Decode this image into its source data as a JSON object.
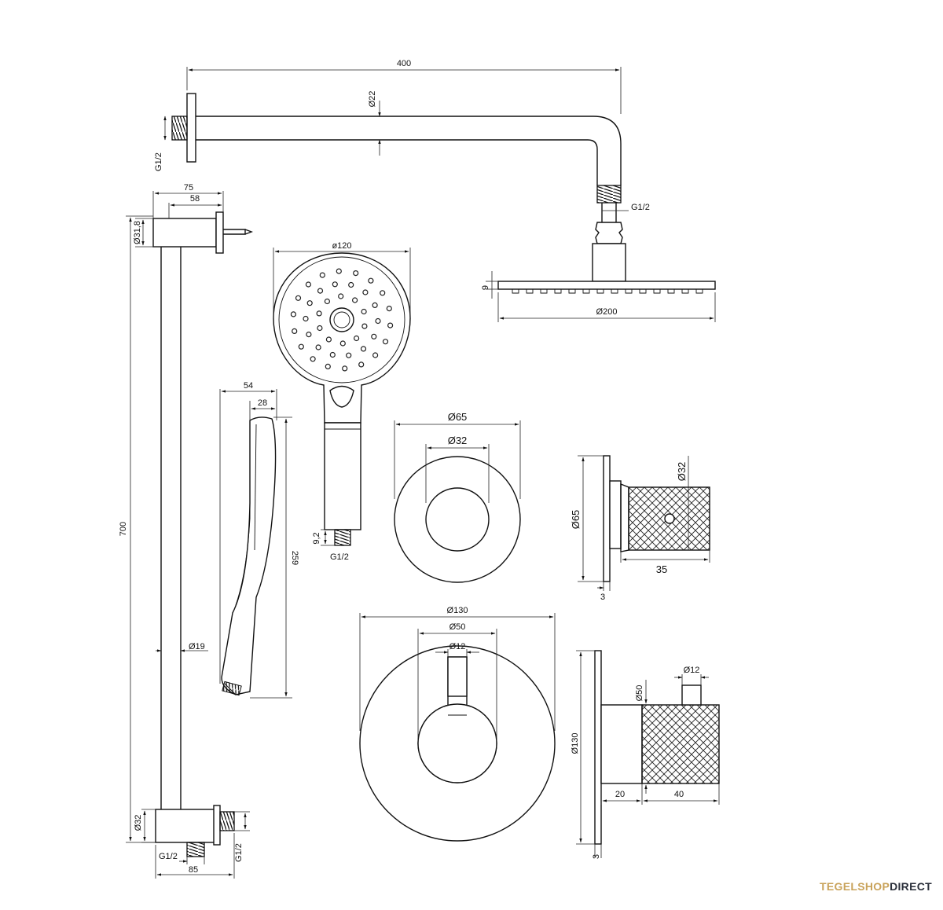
{
  "dimensions": {
    "arm_length": "400",
    "arm_diameter": "Ø22",
    "arm_thread": "G1/2",
    "arm_thread_head": "G1/2",
    "head_height": "9",
    "head_diameter": "Ø200",
    "bar_bracket_width": "75",
    "bar_bracket_depth": "58",
    "bar_bracket_diameter": "Ø31,8",
    "bar_length": "700",
    "bar_diameter": "Ø19",
    "bar_bottom_diameter": "Ø32",
    "bar_bottom_thread_left": "G1/2",
    "bar_bottom_thread_right": "G1/2",
    "bar_bottom_width": "85",
    "hand_diameter": "ø120",
    "hand_thread_height": "9,2",
    "hand_thread": "G1/2",
    "hand_side_depth": "54",
    "hand_side_inner": "28",
    "hand_length": "259",
    "stop_rosette": "Ø65",
    "stop_knob": "Ø32",
    "stop_side_rosette": "Ø65",
    "stop_side_knob": "Ø32",
    "stop_side_length": "35",
    "stop_side_plate": "3",
    "thermo_rosette": "Ø130",
    "thermo_knob": "Ø50",
    "thermo_lever": "Ø12",
    "thermo_side_lever": "Ø12",
    "thermo_side_knob": "Ø50",
    "thermo_side_rosette": "Ø130",
    "thermo_side_base": "20",
    "thermo_side_knob_len": "40",
    "thermo_side_plate": "3"
  },
  "brand": {
    "part1": "TEGELSHOP",
    "part2": "DIRECT",
    "accent_color": "#c9a35b",
    "dark_color": "#2a2f3a"
  }
}
